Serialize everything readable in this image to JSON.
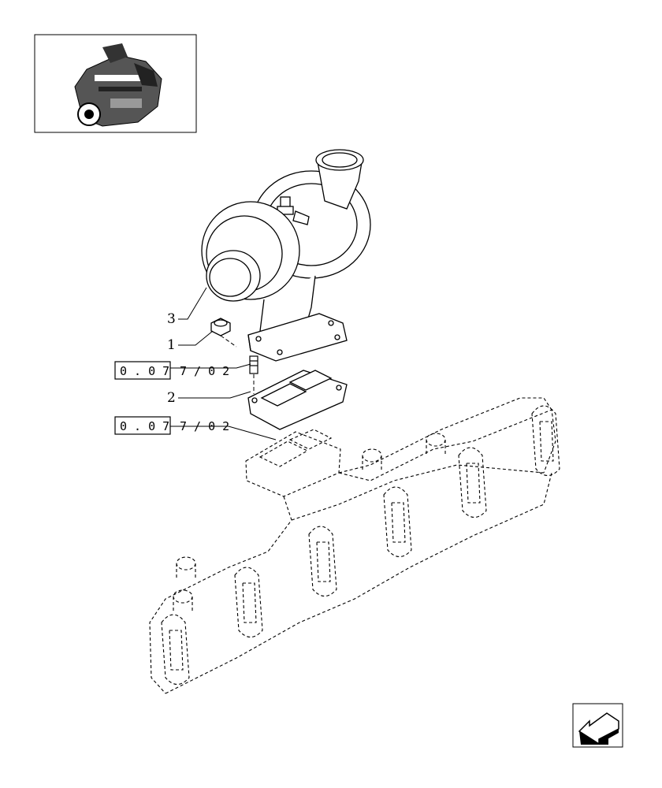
{
  "callouts": {
    "nut": "1",
    "gasket": "2",
    "turbocharger": "3"
  },
  "references": {
    "stud_ref_box": "0 . 0 7",
    "stud_ref_suffix": "7 / 0 2",
    "manifold_ref_box": "0 . 0 7",
    "manifold_ref_suffix": "7 / 0 2"
  },
  "icons": {
    "thumbnail": "engine-thumbnail-icon",
    "navigation": "previous-page-arrow-icon"
  },
  "colors": {
    "line": "#000000",
    "background": "#ffffff"
  }
}
